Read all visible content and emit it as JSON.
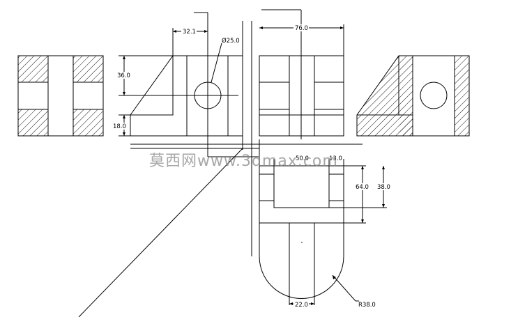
{
  "dimensions": {
    "d32_1": "32.1",
    "d25_dia": "Ø25.0",
    "d76": "76.0",
    "d36": "36.0",
    "d18": "18.0",
    "d50": "50.0",
    "d13": "13.0",
    "d64": "64.0",
    "d38": "38.0",
    "d22": "22.0",
    "r38": "R38.0"
  },
  "watermark": {
    "text": "莫西网www.3dmax.com"
  },
  "colors": {
    "line": "#000000",
    "watermark": "#8a8a8a"
  }
}
